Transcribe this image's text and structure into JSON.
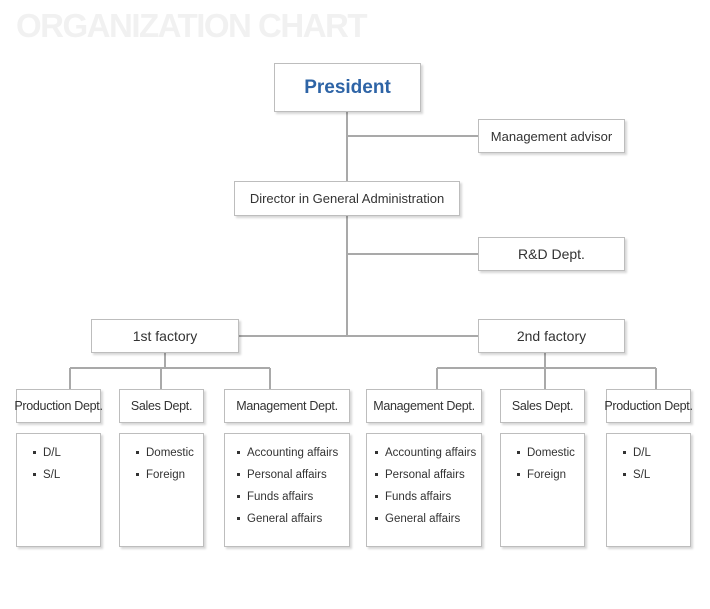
{
  "title": "ORGANIZATION CHART",
  "president": "President",
  "management_advisor": "Management advisor",
  "director": "Director in General Administration",
  "rnd": "R&D Dept.",
  "factories": [
    {
      "name": "1st factory",
      "departments": [
        {
          "name": "Production Dept.",
          "items": [
            "D/L",
            "S/L"
          ]
        },
        {
          "name": "Sales Dept.",
          "items": [
            "Domestic",
            "Foreign"
          ]
        },
        {
          "name": "Management Dept.",
          "items": [
            "Accounting affairs",
            "Personal affairs",
            "Funds affairs",
            "General affairs"
          ]
        }
      ]
    },
    {
      "name": "2nd factory",
      "departments": [
        {
          "name": "Management Dept.",
          "items": [
            "Accounting affairs",
            "Personal affairs",
            "Funds affairs",
            "General affairs"
          ]
        },
        {
          "name": "Sales Dept.",
          "items": [
            "Domestic",
            "Foreign"
          ]
        },
        {
          "name": "Production Dept.",
          "items": [
            "D/L",
            "S/L"
          ]
        }
      ]
    }
  ]
}
